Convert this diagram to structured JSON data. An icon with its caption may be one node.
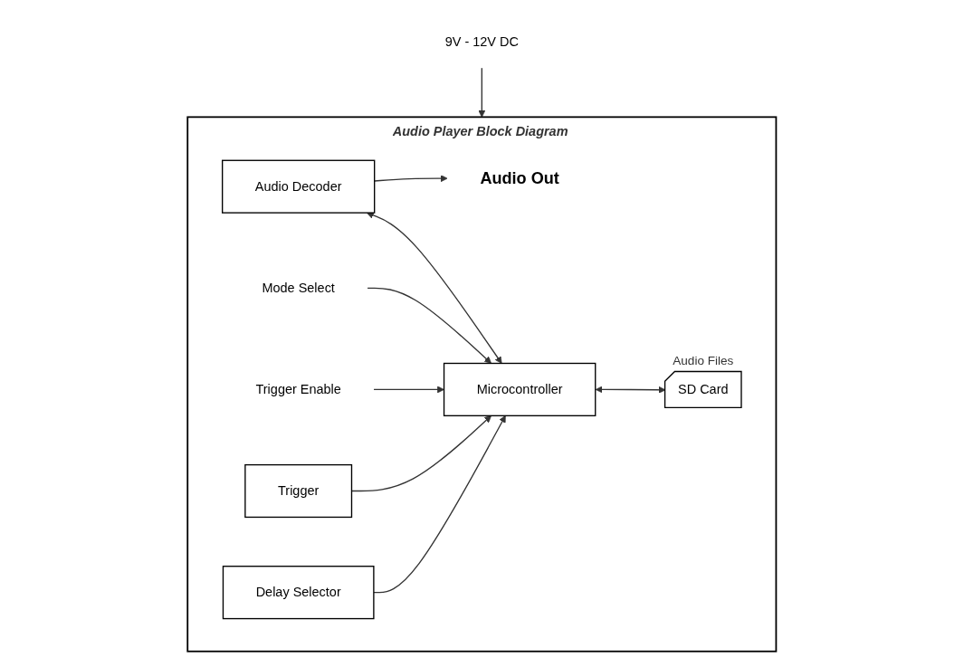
{
  "diagram": {
    "nodes": [
      {
        "text": [
          "Audio Player Block Diagram"
        ]
      },
      {
        "text": [
          "9V - 12V DC"
        ]
      },
      {
        "text": [
          "Audio Decoder"
        ],
        "in": 0
      },
      {
        "text": [
          "Audio Out"
        ],
        "in": 0
      },
      {
        "text": [
          "Mode Select"
        ],
        "in": 0
      },
      {
        "text": [
          "Microcontroller"
        ],
        "in": 0
      },
      {
        "text": [
          "Trigger Enable"
        ],
        "in": 0
      },
      {
        "text": [
          "SD Card"
        ],
        "beside": [
          "Audio Files"
        ],
        "in": 0
      },
      {
        "text": [
          "Trigger"
        ],
        "in": 0
      },
      {
        "text": [
          "Delay Selector"
        ],
        "in": 0
      }
    ],
    "edges": [
      {
        "from": 1,
        "to": 0,
        "arrow": "to"
      },
      {
        "from": 2,
        "to": 3,
        "arrow": "to"
      },
      {
        "from": 2,
        "to": 5,
        "arrow": "both"
      },
      {
        "from": 4,
        "to": 5,
        "arrow": "to"
      },
      {
        "from": 6,
        "to": 5,
        "arrow": "to"
      },
      {
        "from": 5,
        "to": 7,
        "arrow": "both"
      },
      {
        "from": 8,
        "to": 5,
        "arrow": "to"
      },
      {
        "from": 9,
        "to": 5,
        "arrow": "to"
      }
    ]
  }
}
